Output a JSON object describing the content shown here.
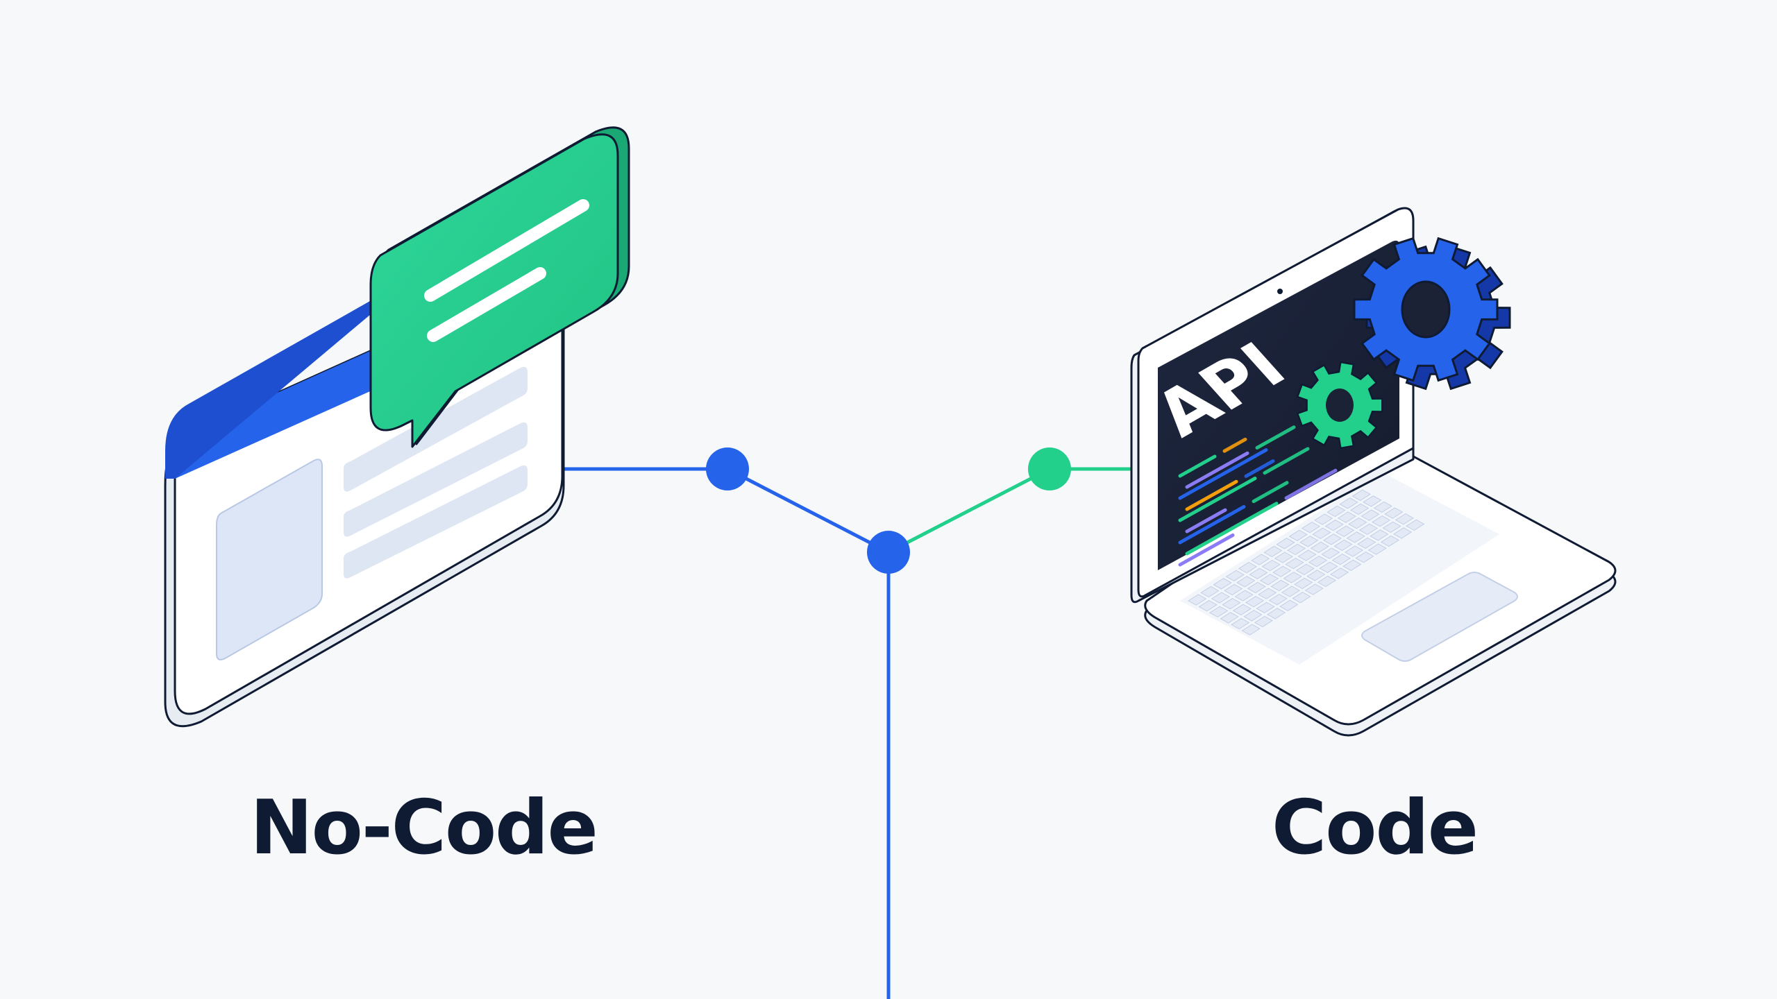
{
  "labels": {
    "left": "No-Code",
    "right": "Code"
  },
  "laptop_screen": {
    "text": "API"
  },
  "icons": [
    "browser-window-icon",
    "chat-bubble-icon",
    "laptop-icon",
    "gear-icon"
  ],
  "colors": {
    "background": "#f7f8fa",
    "blue": "#2563eb",
    "green": "#22d08c",
    "navy": "#0f1a33",
    "screen": "#1b2236"
  }
}
